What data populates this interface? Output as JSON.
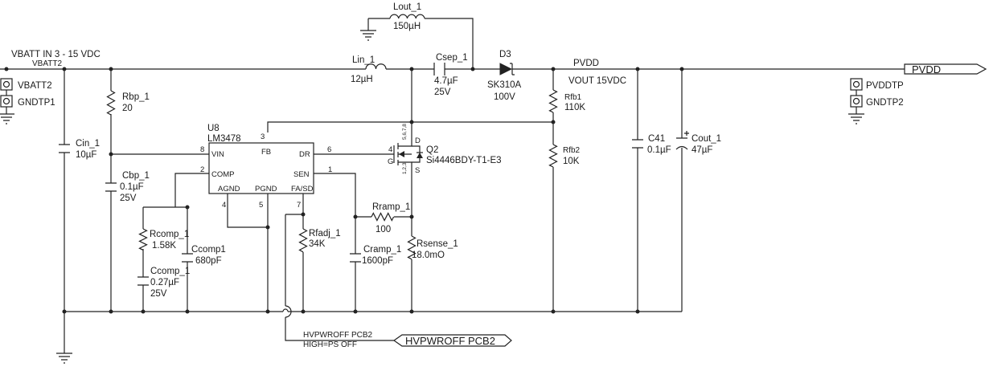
{
  "nets": {
    "vbatt_in": "VBATT IN 3 - 15 VDC",
    "vbatt2_net": "VBATT2",
    "pvdd": "PVDD",
    "vout": "VOUT 15VDC",
    "hvpwroff_net": "HVPWROFF PCB2",
    "hvpwroff_note": "HIGH=PS OFF"
  },
  "ports": {
    "pvdd_port": "PVDD",
    "hvpwroff_port": "HVPWROFF PCB2"
  },
  "testpoints": {
    "vbatt2": "VBATT2",
    "gndtp1": "GNDTP1",
    "pvddtp": "PVDDTP",
    "gndtp2": "GNDTP2"
  },
  "components": {
    "lout": {
      "ref": "Lout_1",
      "value": "150µH"
    },
    "lin": {
      "ref": "Lin_1",
      "value": "12µH"
    },
    "csep": {
      "ref": "Csep_1",
      "value": "4.7µF",
      "rating": "25V"
    },
    "d3": {
      "ref": "D3",
      "part": "SK310A",
      "rating": "100V"
    },
    "rbp": {
      "ref": "Rbp_1",
      "value": "20"
    },
    "cin": {
      "ref": "Cin_1",
      "value": "10µF"
    },
    "cbp": {
      "ref": "Cbp_1",
      "value": "0.1µF",
      "rating": "25V"
    },
    "rcomp": {
      "ref": "Rcomp_1",
      "value": "1.58K"
    },
    "ccomp1": {
      "ref": "Ccomp1",
      "value": "680pF"
    },
    "ccomp": {
      "ref": "Ccomp_1",
      "value": "0.27µF",
      "rating": "25V"
    },
    "rfadj": {
      "ref": "Rfadj_1",
      "value": "34K"
    },
    "cramp": {
      "ref": "Cramp_1",
      "value": "1600pF"
    },
    "rramp": {
      "ref": "Rramp_1",
      "value": "100"
    },
    "rsense": {
      "ref": "Rsense_1",
      "value": "18.0mO"
    },
    "rfb1": {
      "ref": "Rfb1",
      "value": "110K"
    },
    "rfb2": {
      "ref": "Rfb2",
      "value": "10K"
    },
    "c41": {
      "ref": "C41",
      "value": "0.1µF"
    },
    "cout": {
      "ref": "Cout_1",
      "value": "47µF"
    },
    "q2": {
      "ref": "Q2",
      "part": "Si4446BDY-T1-E3",
      "d": "D",
      "g": "G",
      "s": "S",
      "pin4": "4",
      "drain_pins": "5,6,7,8",
      "source_pins": "1,2,3"
    }
  },
  "ic": {
    "ref": "U8",
    "part": "LM3478",
    "pins": {
      "vin": "VIN",
      "fb": "FB",
      "dr": "DR",
      "comp": "COMP",
      "sen": "SEN",
      "agnd": "AGND",
      "pgnd": "PGND",
      "fasd": "FA/SD"
    },
    "pin_numbers": {
      "vin": "8",
      "fb": "3",
      "dr": "6",
      "comp": "2",
      "sen": "1",
      "agnd": "4",
      "pgnd": "5",
      "fasd": "7"
    }
  }
}
